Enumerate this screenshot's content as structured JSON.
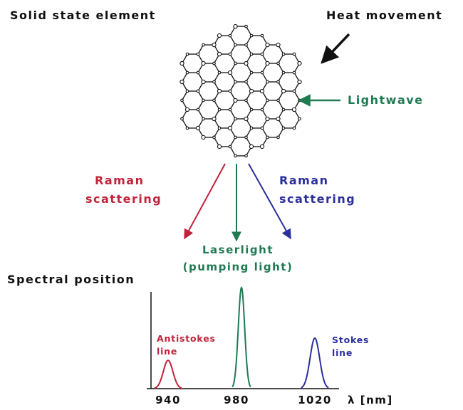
{
  "labels": {
    "solid_state_element": "Solid state element",
    "heat_movement": "Heat movement",
    "lightwave": "Lightwave",
    "raman_left_1": "Raman",
    "raman_left_2": "scattering",
    "raman_right_1": "Raman",
    "raman_right_2": "scattering",
    "laser_1": "Laserlight",
    "laser_2": "(pumping light)",
    "spectral_position": "Spectral position",
    "antistokes_1": "Antistokes",
    "antistokes_2": "line",
    "stokes_1": "Stokes",
    "stokes_2": "line",
    "axis_unit": "λ [nm]"
  },
  "colors": {
    "black": "#111111",
    "green": "#1f7a52",
    "red": "#c0233a",
    "blue": "#2b2f9c"
  },
  "icons": {
    "molecular_lattice": "lattice-icon",
    "heat_arrow": "arrow-down-left-icon",
    "lightwave_arrow": "arrow-left-icon"
  },
  "chart_data": {
    "type": "line",
    "x_ticks": [
      940,
      980,
      1020
    ],
    "xunit": "λ [nm]",
    "ylabel": "Spectral position",
    "series": [
      {
        "name": "Antistokes line",
        "center": 940,
        "relative_height": 0.28,
        "color": "#c0233a"
      },
      {
        "name": "Laserlight (pumping light)",
        "center": 980,
        "relative_height": 1.0,
        "color": "#1f7a52"
      },
      {
        "name": "Stokes line",
        "center": 1020,
        "relative_height": 0.5,
        "color": "#2b2f9c"
      }
    ]
  }
}
